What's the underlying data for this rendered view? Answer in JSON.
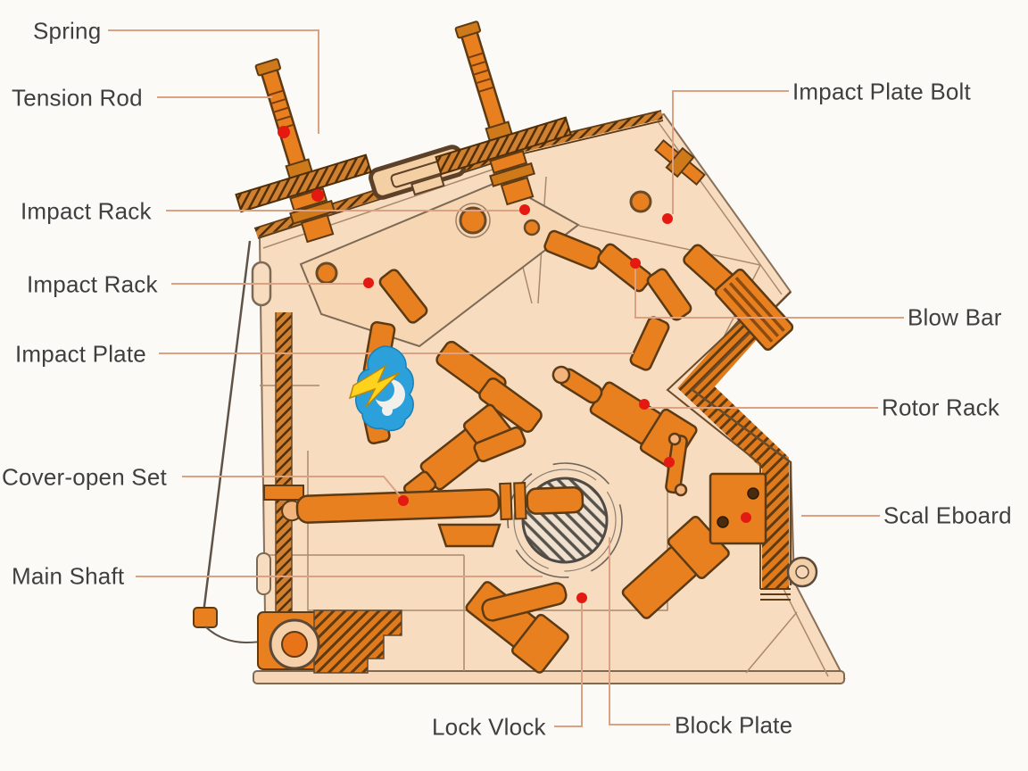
{
  "diagram": {
    "subject": "impact-crusher-cross-section",
    "labels": [
      {
        "id": "spring",
        "text": "Spring",
        "side": "left"
      },
      {
        "id": "tension-rod",
        "text": "Tension Rod",
        "side": "left"
      },
      {
        "id": "impact-rack-upper",
        "text": "Impact Rack",
        "side": "left"
      },
      {
        "id": "impact-rack-lower",
        "text": "Impact Rack",
        "side": "left"
      },
      {
        "id": "impact-plate",
        "text": "Impact Plate",
        "side": "left"
      },
      {
        "id": "cover-open-set",
        "text": "Cover-open Set",
        "side": "left"
      },
      {
        "id": "main-shaft",
        "text": "Main Shaft",
        "side": "left"
      },
      {
        "id": "lock-vlock",
        "text": "Lock Vlock",
        "side": "bottom"
      },
      {
        "id": "block-plate",
        "text": "Block Plate",
        "side": "bottom"
      },
      {
        "id": "impact-plate-bolt",
        "text": "Impact Plate Bolt",
        "side": "right"
      },
      {
        "id": "blow-bar",
        "text": "Blow Bar",
        "side": "right"
      },
      {
        "id": "rotor-rack",
        "text": "Rotor Rack",
        "side": "right"
      },
      {
        "id": "scal-eboard",
        "text": "Scal Eboard",
        "side": "right"
      }
    ],
    "marker": {
      "shape": "dot",
      "color": "#e41911"
    },
    "colors": {
      "background": "#fcfaf6",
      "machine_body": "#f8dcc0",
      "machine_body_alt": "#f7d6b4",
      "parts_orange": "#e8801f",
      "outline_dark": "#5c3a14",
      "outline_soft": "#7d6a55",
      "leader_line": "#dca183",
      "label_text": "#3f3f3f",
      "logo_blue": "#2ba0da",
      "logo_yellow": "#ffd21e"
    },
    "logo": {
      "id": "flame-watermark",
      "type": "blue-flame-with-lightning"
    }
  }
}
